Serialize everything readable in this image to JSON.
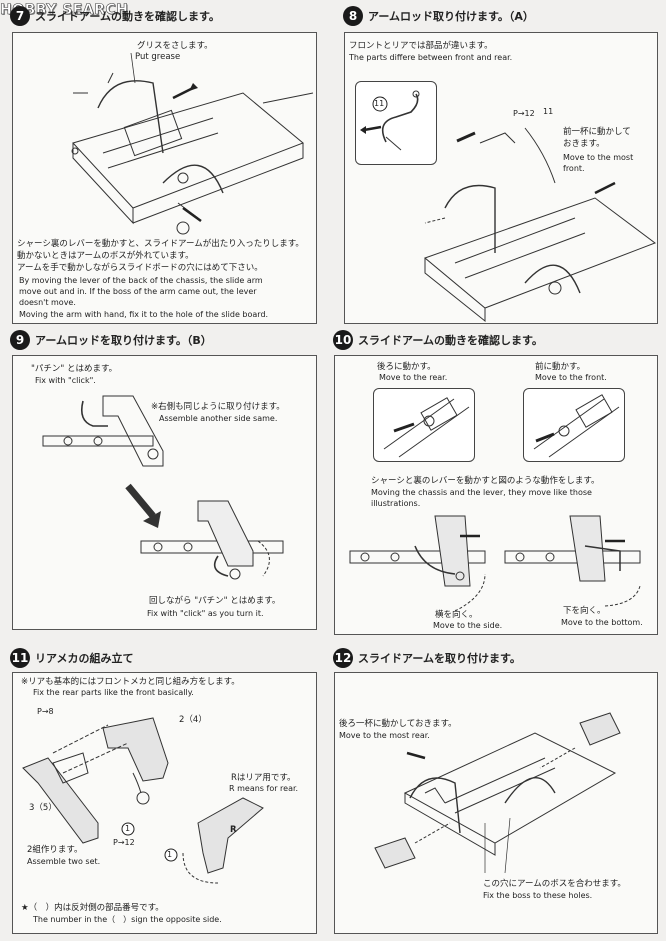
{
  "logo": "HOBBY SEARCH",
  "steps": {
    "s7": {
      "num": "7",
      "title": "スライドアームの動きを確認します。",
      "grease_jp": "グリスをさします。",
      "grease_en": "Put grease",
      "jp1": "シャーシ裏のレバーを動かすと、スライドアームが出たり入ったりします。",
      "jp2": "動かないときはアームのボスが外れています。",
      "jp3": "アームを手で動かしながらスライドボードの穴にはめて下さい。",
      "en1": "By moving the lever of the back of the chassis, the slide arm",
      "en2": "move out and in. If the boss of the arm came out, the lever",
      "en3": "doesn't move.",
      "en4": "Moving the arm with hand, fix it to the hole of the slide board."
    },
    "s8": {
      "num": "8",
      "title": "アームロッド取り付けます。（A）",
      "diff_jp": "フロントとリアでは部品が違います。",
      "diff_en": "The parts differe between front and rear.",
      "part": "11",
      "pref": "P→12",
      "front_jp1": "前一杯に動かして",
      "front_jp2": "おきます。",
      "front_en1": "Move to the most",
      "front_en2": "front."
    },
    "s9": {
      "num": "9",
      "title": "アームロッドを取り付けます。（B）",
      "click_jp": "\"パチン\" とはめます。",
      "click_en": "Fix with \"click\".",
      "other_jp": "※右側も同じように取り付けます。",
      "other_en": "Assemble another side same.",
      "turn_jp": "回しながら \"パチン\" とはめます。",
      "turn_en": "Fix with \"click\" as you turn it."
    },
    "s10": {
      "num": "10",
      "title": "スライドアームの動きを確認します。",
      "rear_jp": "後ろに動かす。",
      "rear_en": "Move to the rear.",
      "front_jp": "前に動かす。",
      "front_en": "Move to the front.",
      "mv_jp": "シャーシと裏のレバーを動かすと図のような動作をします。",
      "mv_en1": "Moving the chassis and the lever, they move like those",
      "mv_en2": "illustrations.",
      "side_jp": "横を向く。",
      "side_en": "Move to the side.",
      "bottom_jp": "下を向く。",
      "bottom_en": "Move to the bottom."
    },
    "s11": {
      "num": "11",
      "title": "リアメカの組み立て",
      "same_jp": "※リアも基本的にはフロントメカと同じ組み方をします。",
      "same_en": "Fix the rear parts like the front basically.",
      "pref_a": "P→8",
      "label_a": "2（4）",
      "label_b": "3（5）",
      "part": "1",
      "pref_b": "P→12",
      "two_jp": "2組作ります。",
      "two_en": "Assemble two set.",
      "r_jp": "Rはリア用です。",
      "r_en": "R means for rear.",
      "r_mark": "R",
      "note_jp": "★（　）内は反対側の部品番号です。",
      "note_en": "The number in the（　）sign the opposite side."
    },
    "s12": {
      "num": "12",
      "title": "スライドアームを取り付けます。",
      "rear_jp": "後ろ一杯に動かしておきます。",
      "rear_en": "Move to the most rear.",
      "hole_jp": "この穴にアームのボスを合わせます。",
      "hole_en": "Fix the boss to these holes."
    }
  }
}
